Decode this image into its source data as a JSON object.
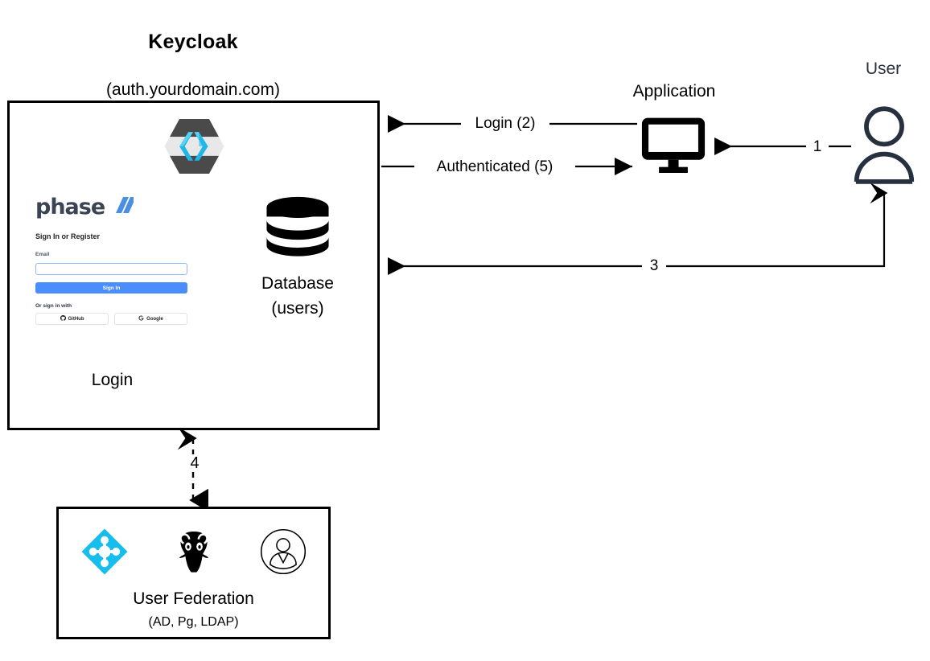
{
  "diagram": {
    "keycloak": {
      "title": "Keycloak",
      "subtitle": "(auth.yourdomain.com)",
      "login_label": "Login",
      "logo_icon": "keycloak-hexagon-icon",
      "database": {
        "icon": "database-cylinder-icon",
        "label": "Database",
        "sublabel": "(users)"
      },
      "login_form": {
        "brand": "phase",
        "brand_mark": "double-slash-icon",
        "heading": "Sign In or Register",
        "email_label": "Email",
        "email_value": "",
        "email_placeholder": "",
        "submit_label": "Sign In",
        "divider_text": "Or sign in with",
        "social": [
          {
            "label": "GitHub",
            "icon": "github-icon"
          },
          {
            "label": "Google",
            "icon": "google-icon"
          }
        ],
        "accent_color": "#4a8dfc"
      }
    },
    "application": {
      "title": "Application",
      "icon": "monitor-icon"
    },
    "user": {
      "title": "User",
      "icon": "person-icon",
      "color": "#27303f"
    },
    "federation": {
      "title": "User Federation",
      "subtitle": "(AD, Pg, LDAP)",
      "icons": [
        {
          "name": "active-directory-icon",
          "color": "#17BDEC"
        },
        {
          "name": "postgresql-elephant-icon",
          "color": "#000000"
        },
        {
          "name": "ldap-user-circle-icon",
          "color": "#000000"
        }
      ]
    },
    "edges": [
      {
        "id": "login",
        "label": "Login (2)",
        "from": "application",
        "to": "keycloak",
        "style": "solid"
      },
      {
        "id": "authenticated",
        "label": "Authenticated (5)",
        "from": "keycloak",
        "to": "application",
        "style": "solid"
      },
      {
        "id": "step1",
        "label": "1",
        "from": "user",
        "to": "application",
        "style": "solid"
      },
      {
        "id": "step3",
        "label": "3",
        "from": "user",
        "to": "keycloak",
        "style": "solid"
      },
      {
        "id": "step4",
        "label": "4",
        "from": "keycloak",
        "to": "federation",
        "style": "dashed"
      }
    ]
  }
}
